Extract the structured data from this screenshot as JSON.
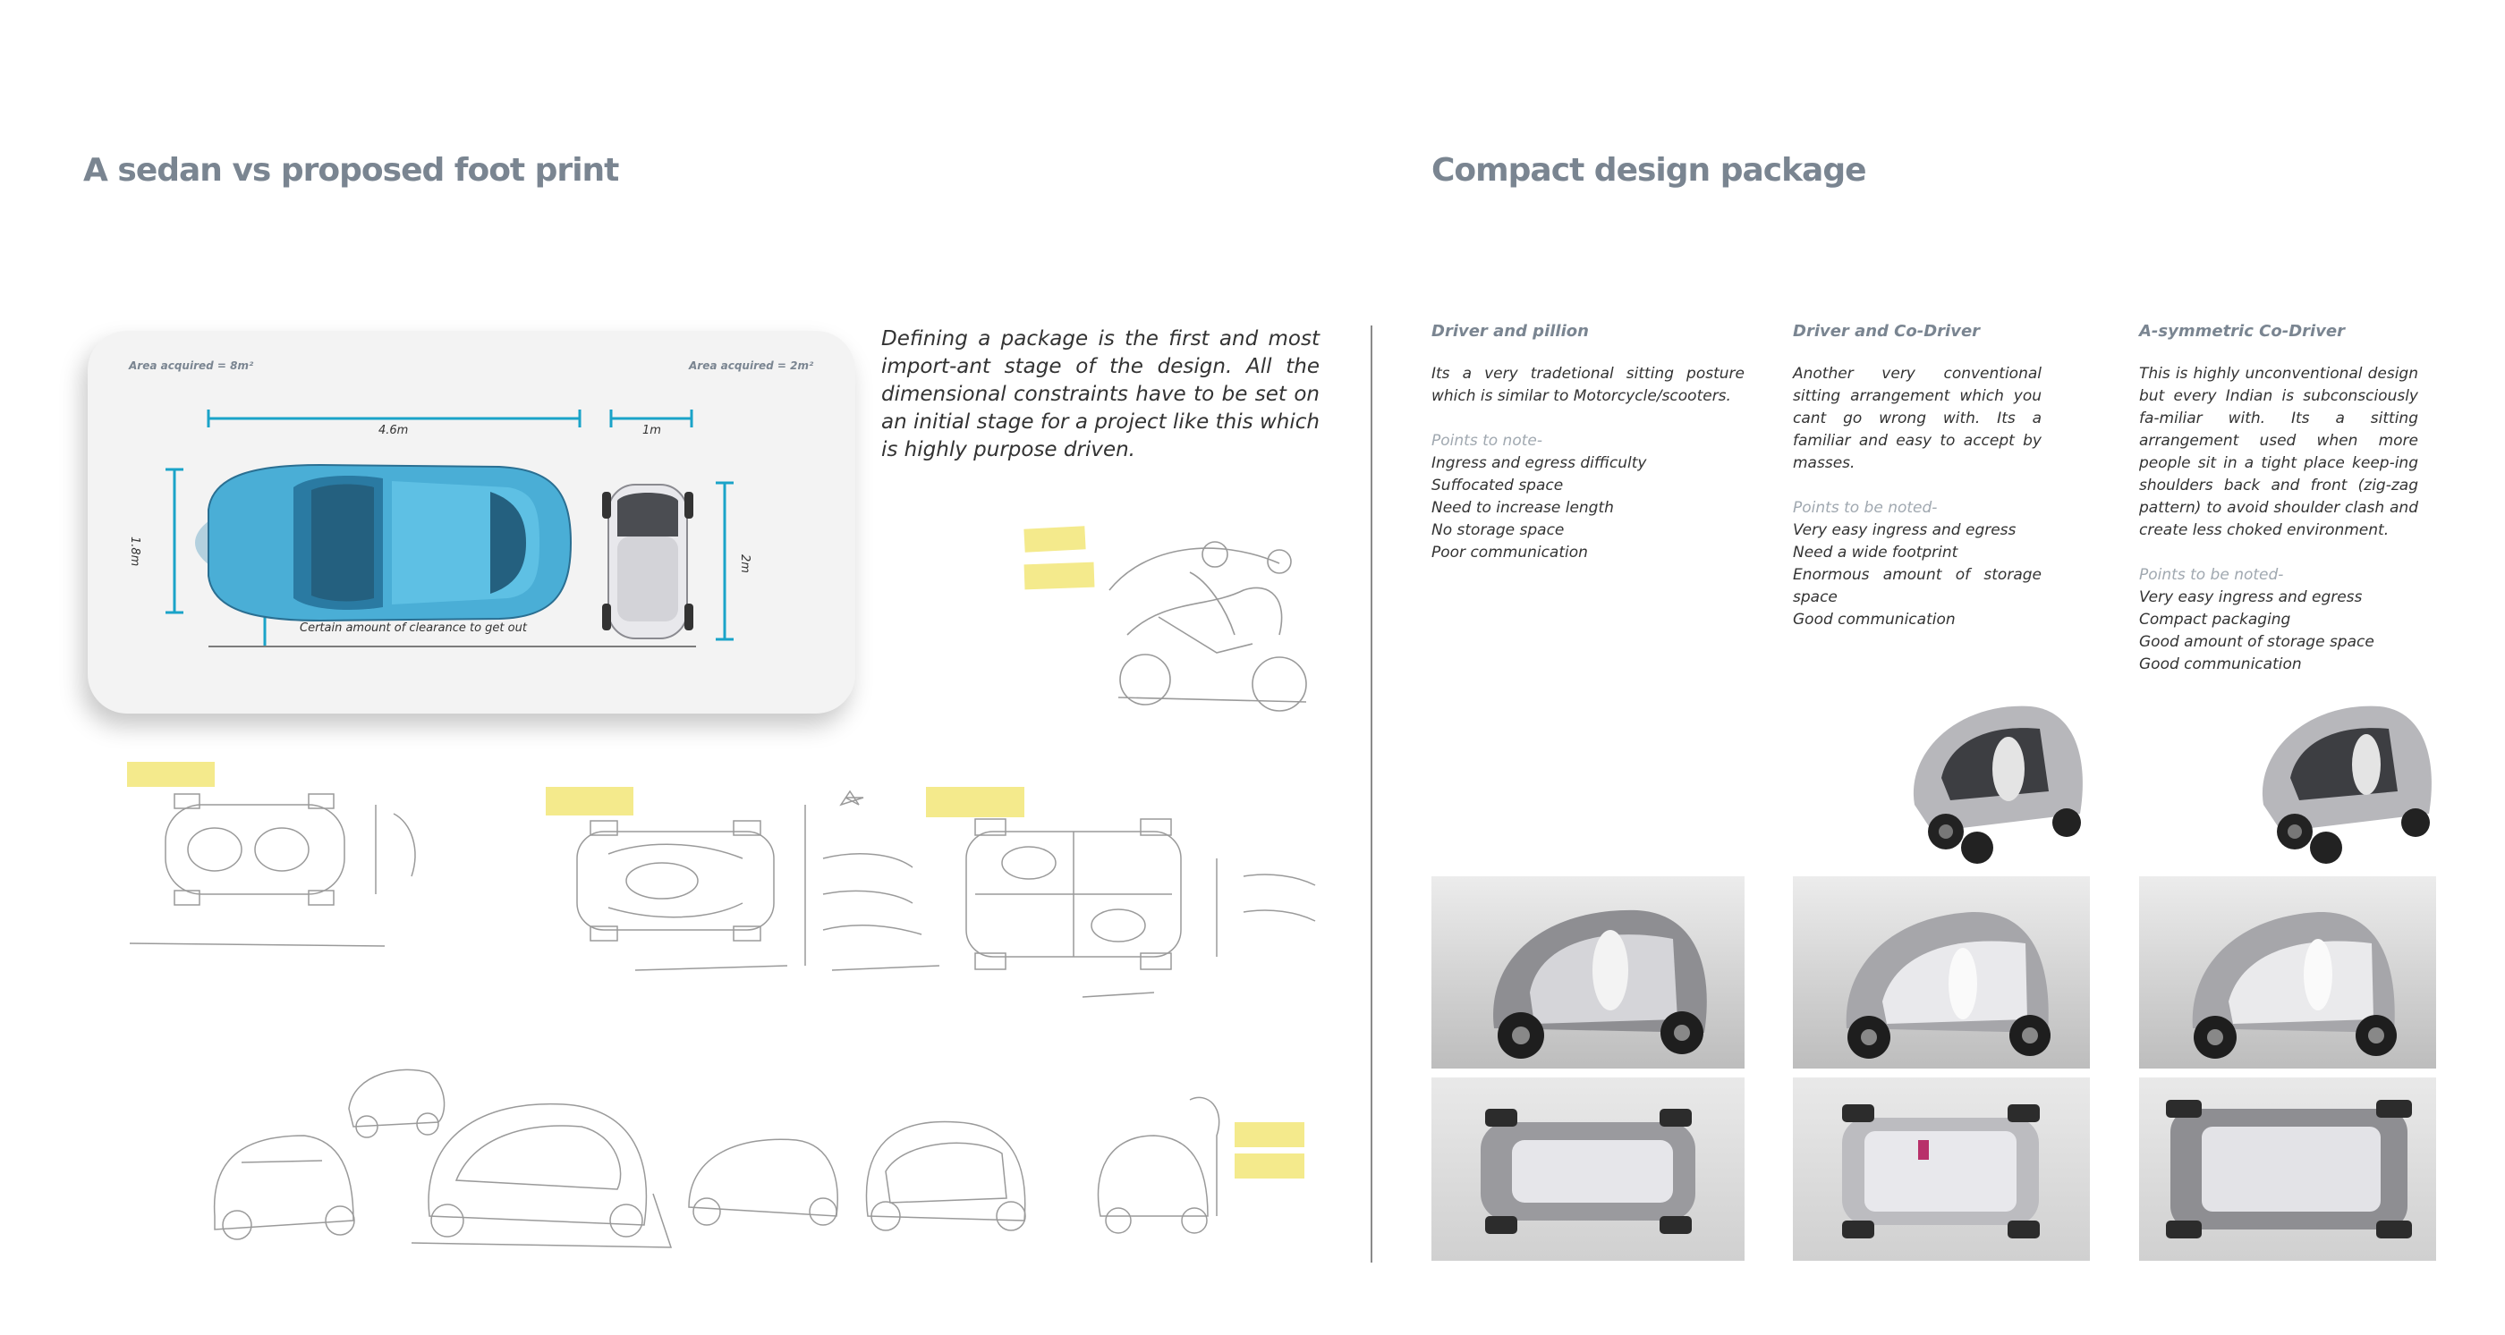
{
  "left": {
    "title": "A sedan vs proposed foot print",
    "intro": "Defining a package is the first and most import-ant stage of the design. All the dimensional constraints have to be set on an initial stage for a project like this which is highly purpose driven.",
    "footprint": {
      "area_sedan": "Area acquired = 8m²",
      "area_proposed": "Area acquired = 2m²",
      "sedan_length": "4.6m",
      "sedan_width": "1.8m",
      "proposed_length": "1m",
      "proposed_width": "2m",
      "clearance_note": "Certain amount of clearance to get out"
    }
  },
  "right": {
    "title": "Compact design package",
    "columns": [
      {
        "heading": "Driver and pillion",
        "text": "Its a very tradetional sitting posture which is similar to Motorcycle/scooters.",
        "points_heading": "Points to note-",
        "points": [
          "Ingress and egress difficulty",
          "Suffocated space",
          "Need to increase length",
          "No storage space",
          "Poor communication"
        ]
      },
      {
        "heading": "Driver and Co-Driver",
        "text": "Another very conventional sitting arrangement which you cant go wrong with. Its a familiar and easy to accept by masses.",
        "points_heading": "Points to be noted-",
        "points": [
          "Very easy ingress and egress",
          "Need a wide footprint",
          "Enormous amount of storage space",
          "Good communication"
        ]
      },
      {
        "heading": "A-symmetric Co-Driver",
        "text": "This is highly unconventional design but every Indian is subconsciously fa-miliar with. Its a sitting arrangement used when more people sit in a tight place keep-ing shoulders back and front (zig-zag pattern) to avoid shoulder clash and create less choked environment.",
        "points_heading": "Points to be noted-",
        "points": [
          "Very easy ingress and egress",
          "Compact packaging",
          "Good amount of storage space",
          "Good communication"
        ]
      }
    ]
  },
  "colors": {
    "title": "#7a8591",
    "dimension_line": "#1aa3c8",
    "sedan_body": "#4aaed6",
    "note_yellow": "#f4ea8c"
  }
}
